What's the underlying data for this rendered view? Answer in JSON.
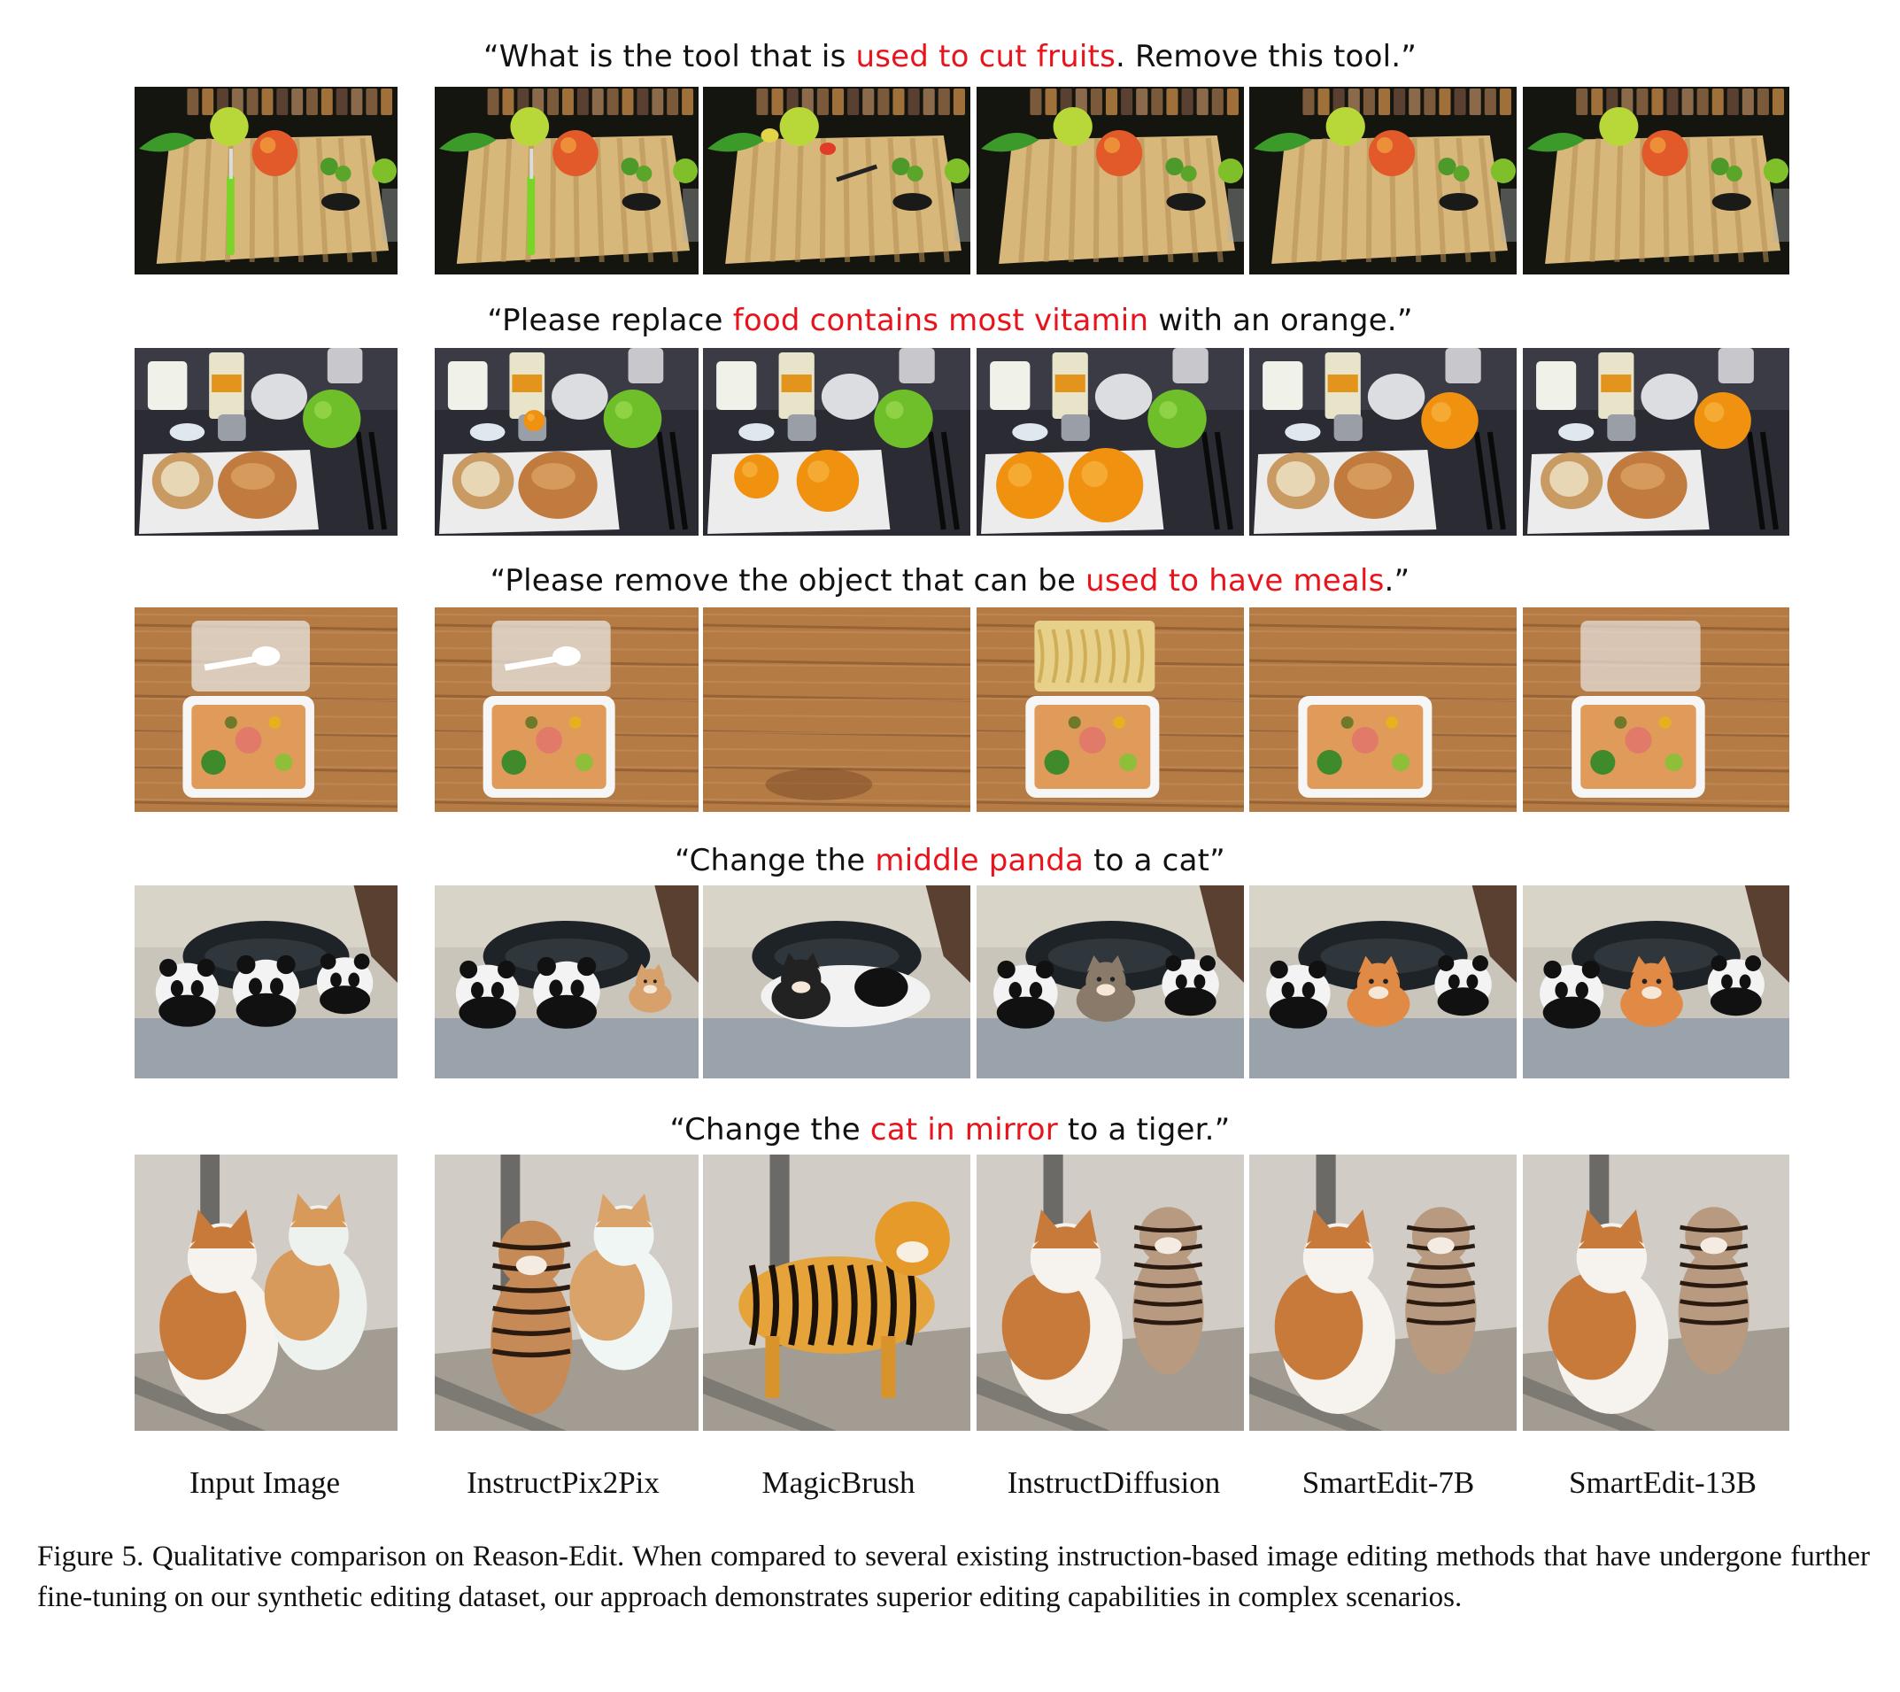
{
  "rows": [
    {
      "prompt_before": "“What is the tool that is ",
      "prompt_highlight": "used to cut fruits",
      "prompt_after": ". Remove this tool.”",
      "scene": "kitchen",
      "cells": [
        {
          "variant": "input"
        },
        {
          "variant": "knife"
        },
        {
          "variant": "cut"
        },
        {
          "variant": "removed"
        },
        {
          "variant": "removed"
        },
        {
          "variant": "removed"
        }
      ]
    },
    {
      "prompt_before": "“Please replace ",
      "prompt_highlight": "food contains most vitamin",
      "prompt_after": " with an orange.”",
      "scene": "breakfast",
      "cells": [
        {
          "variant": "input"
        },
        {
          "variant": "small-orange"
        },
        {
          "variant": "bread-orange"
        },
        {
          "variant": "all-orange"
        },
        {
          "variant": "apple-orange"
        },
        {
          "variant": "apple-orange"
        }
      ]
    },
    {
      "prompt_before": "“Please remove the object that can be ",
      "prompt_highlight": "used to have meals",
      "prompt_after": ".”",
      "scene": "lunchbox",
      "cells": [
        {
          "variant": "input"
        },
        {
          "variant": "input"
        },
        {
          "variant": "empty"
        },
        {
          "variant": "noodles"
        },
        {
          "variant": "no-lid"
        },
        {
          "variant": "empty-lid"
        }
      ]
    },
    {
      "prompt_before": "“Change the ",
      "prompt_highlight": "middle panda",
      "prompt_after": " to a cat”",
      "scene": "pandas",
      "cells": [
        {
          "variant": "input"
        },
        {
          "variant": "side-cat"
        },
        {
          "variant": "big-cat"
        },
        {
          "variant": "grey-cat"
        },
        {
          "variant": "orange-cat"
        },
        {
          "variant": "orange-cat"
        }
      ]
    },
    {
      "prompt_before": "“Change the ",
      "prompt_highlight": "cat in mirror",
      "prompt_after": " to a tiger.”",
      "scene": "mirror-cats",
      "cells": [
        {
          "variant": "input"
        },
        {
          "variant": "tiger-front"
        },
        {
          "variant": "tiger-full"
        },
        {
          "variant": "tiger-mirror"
        },
        {
          "variant": "tiger-mirror"
        },
        {
          "variant": "tiger-mirror"
        }
      ]
    }
  ],
  "column_headers": [
    "Input Image",
    "InstructPix2Pix",
    "MagicBrush",
    "InstructDiffusion",
    "SmartEdit-7B",
    "SmartEdit-13B"
  ],
  "caption": "Figure 5.  Qualitative comparison on Reason-Edit.  When compared to several existing instruction-based image editing methods that have undergone further fine-tuning on our synthetic editing dataset, our approach demonstrates superior editing capabilities in complex scenarios.",
  "colors": {
    "highlight": "#e8131b",
    "text": "#111111"
  }
}
